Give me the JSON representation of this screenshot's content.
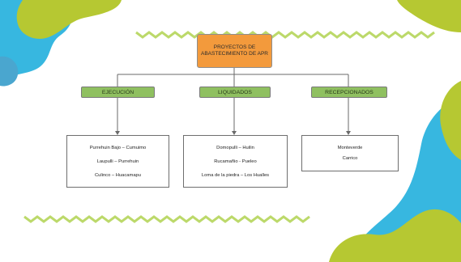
{
  "diagram": {
    "root": "PROYECTOS DE ABASTECIMIENTO DE APR",
    "categories": [
      {
        "label": "EJECUCIÓN",
        "items": [
          "Purrehuin Bajo – Cumuimo",
          "Laupulli – Purrehuin",
          "Culinco – Huacamapu"
        ]
      },
      {
        "label": "LIQUIDADOS",
        "items": [
          "Domopulli – Huilin",
          "Rucamañio - Pueleo",
          "Loma de la piedra – Los Hualles"
        ]
      },
      {
        "label": "RECEPCIONADOS",
        "items": [
          "Monteverde",
          "Carrico"
        ]
      }
    ]
  },
  "colors": {
    "root_fill": "#f39a3c",
    "category_fill": "#8fc060",
    "blob_blue": "#37b7e0",
    "blob_green": "#b6c832",
    "decor_zigzag": "#bcd96a"
  }
}
